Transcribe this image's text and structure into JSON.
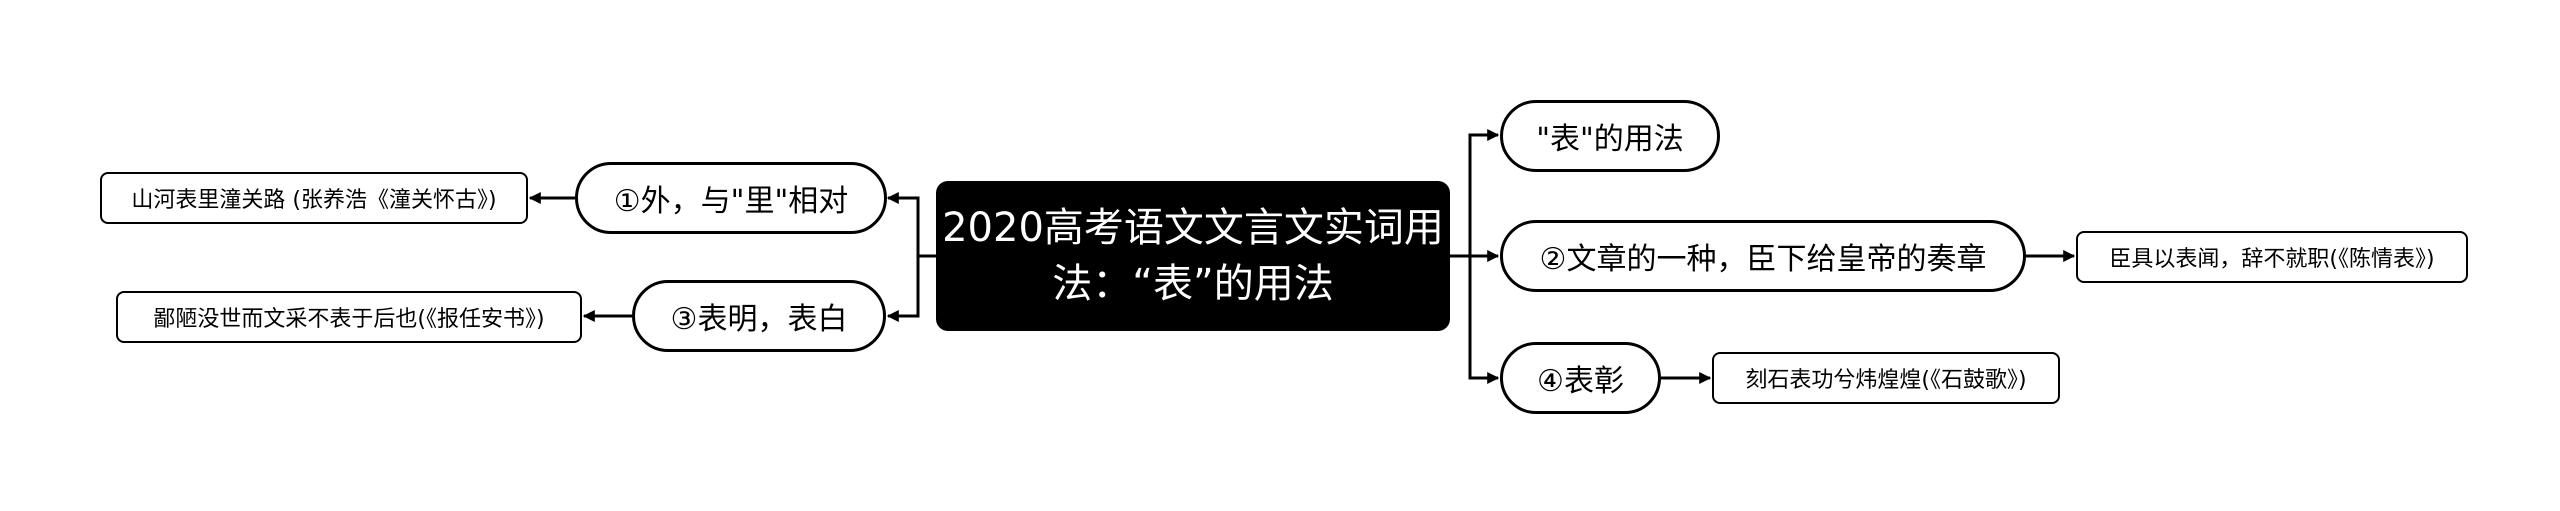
{
  "diagram": {
    "root": {
      "title": "2020高考语文文言文实词用法：“表”的用法"
    },
    "left_branches": [
      {
        "label": "①外，与\"里\"相对",
        "example": "山河表里潼关路 (张养浩《潼关怀古》)"
      },
      {
        "label": "③表明，表白",
        "example": "鄙陋没世而文采不表于后也(《报任安书》)"
      }
    ],
    "right_branches": [
      {
        "label": "\"表\"的用法",
        "example": ""
      },
      {
        "label": "②文章的一种，臣下给皇帝的奏章",
        "example": "臣具以表闻，辞不就职(《陈情表》)"
      },
      {
        "label": "④表彰",
        "example": "刻石表功兮炜煌煌(《石鼓歌》)"
      }
    ]
  },
  "colors": {
    "root_bg": "#000000",
    "root_text": "#ffffff",
    "line": "#000000",
    "background": "#ffffff"
  }
}
